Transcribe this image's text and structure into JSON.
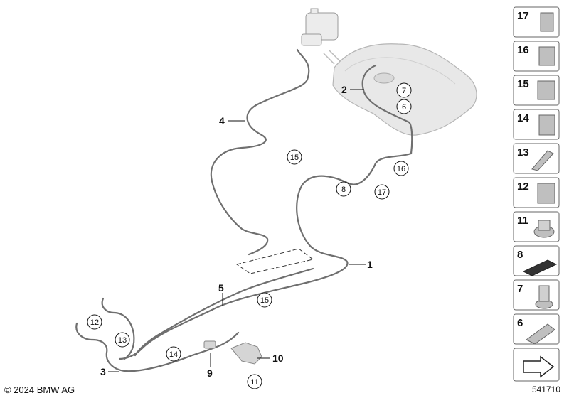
{
  "callouts": [
    "1",
    "2",
    "3",
    "4",
    "5",
    "9",
    "10"
  ],
  "circle_callouts": [
    "7",
    "6",
    "15",
    "16",
    "8",
    "17",
    "15",
    "12",
    "13",
    "14",
    "11"
  ],
  "side_panel": {
    "items": [
      "17",
      "16",
      "15",
      "14",
      "13",
      "12",
      "11",
      "8",
      "7",
      "6"
    ]
  },
  "footer": {
    "copyright": "© 2024 BMW AG",
    "diagram_number": "541710"
  }
}
